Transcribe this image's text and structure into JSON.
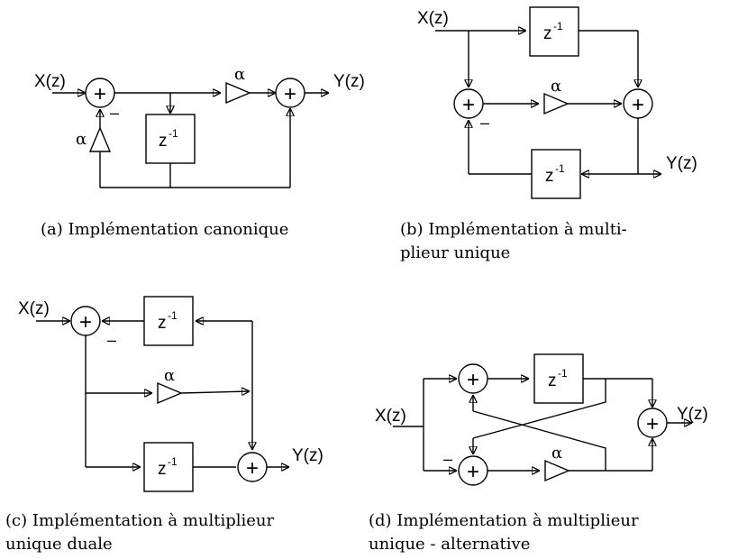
{
  "labels": {
    "input": "X(z)",
    "output": "Y(z)",
    "gain": "α",
    "delay": "z",
    "delay_exp": "-1",
    "plus": "+",
    "minus": "–"
  },
  "captions": {
    "a_line1": "(a) Implémentation canonique",
    "b_line1": "(b) Implémentation à multi-",
    "b_line2": "plieur unique",
    "c_line1": "(c) Implémentation à multiplieur",
    "c_line2": "unique duale",
    "d_line1": "(d) Implémentation à multiplieur",
    "d_line2": "unique - alternative"
  }
}
